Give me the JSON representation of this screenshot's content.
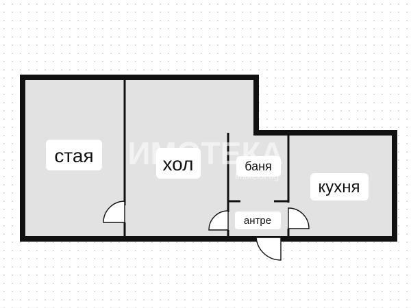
{
  "rooms": {
    "staya": "стая",
    "hol": "хол",
    "banya": "баня",
    "kuhnya": "кухня",
    "antre": "антре"
  },
  "watermark": {
    "logo_text": "ИМОТЕКА",
    "site_text": "imoteka.bg"
  },
  "colors": {
    "wall": "#111111",
    "floor": "#e2e2e2",
    "background": "#ffffff",
    "grid_dot": "#c9c9c9",
    "label_bg": "#ffffff"
  }
}
